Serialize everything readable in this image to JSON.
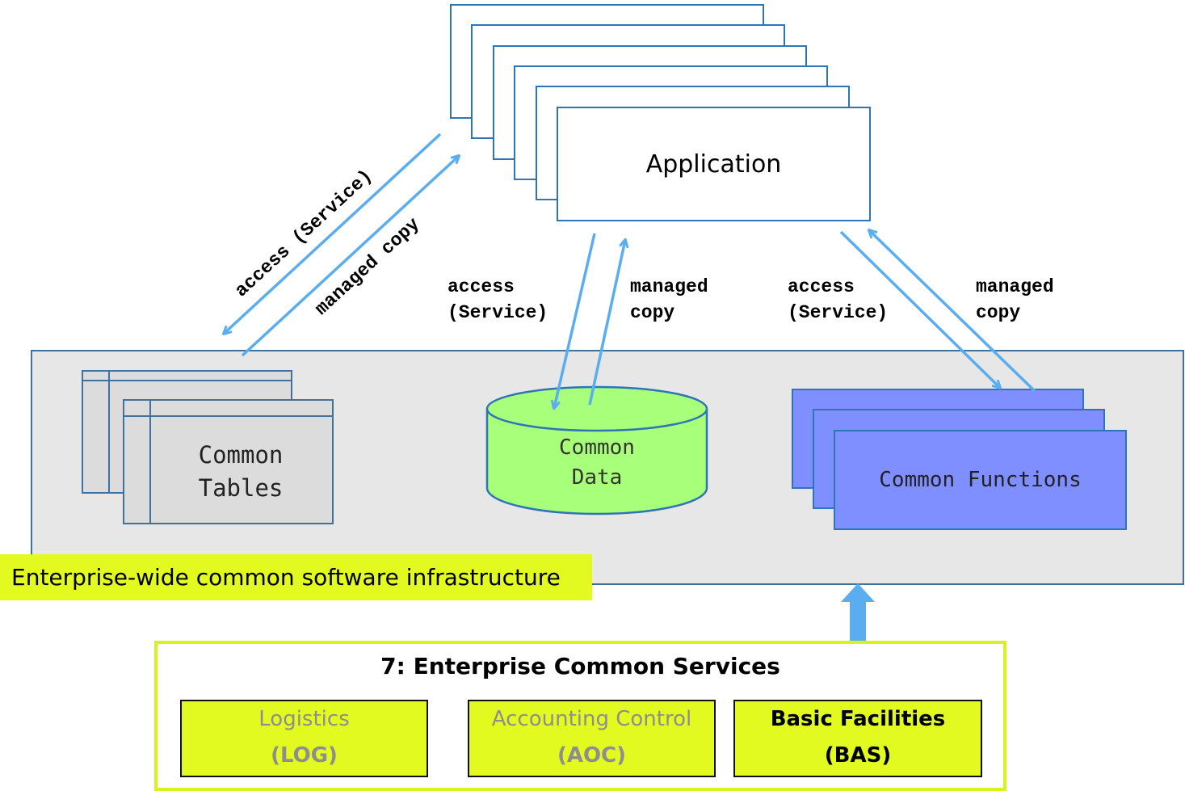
{
  "application": {
    "label": "Application"
  },
  "infrastructure": {
    "label": "Enterprise-wide common software infrastructure"
  },
  "components": {
    "common_tables": {
      "line1": "Common",
      "line2": "Tables"
    },
    "common_data": {
      "line1": "Common",
      "line2": "Data"
    },
    "common_functions": {
      "label": "Common Functions"
    }
  },
  "links": {
    "left_access": "access (Service)",
    "left_managed": "managed copy",
    "mid_access_1": "access",
    "mid_access_2": "(Service)",
    "mid_managed_1": "managed",
    "mid_managed_2": "copy",
    "right_access_1": "access",
    "right_access_2": "(Service)",
    "right_managed_1": "managed",
    "right_managed_2": "copy"
  },
  "services": {
    "title": "7: Enterprise Common Services",
    "items": [
      {
        "name": "Logistics",
        "abbr": "(LOG)"
      },
      {
        "name": "Accounting Control",
        "abbr": "(AOC)"
      },
      {
        "name": "Basic Facilities",
        "abbr": "(BAS)"
      }
    ]
  },
  "colors": {
    "arrow": "#5aaef0",
    "infra_fill": "#e7e7e7",
    "label_fill": "#e2fa20",
    "data_fill": "#a8ff7a",
    "function_fill": "#7f8fff"
  }
}
